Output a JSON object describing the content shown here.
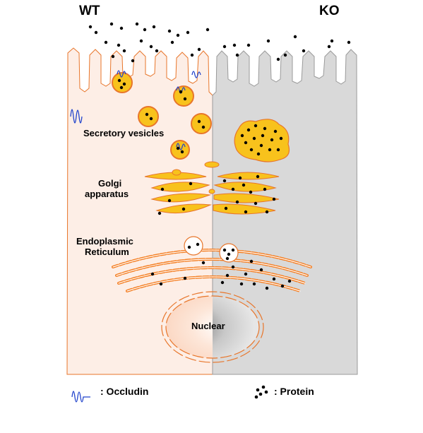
{
  "headers": {
    "wt": "WT",
    "ko": "KO"
  },
  "labels": {
    "secretory_vesicles": "Secretory vesicles",
    "golgi_line1": "Golgi",
    "golgi_line2": "apparatus",
    "er_line1": "Endoplasmic",
    "er_line2": "Reticulum",
    "nuclear": "Nuclear"
  },
  "legend": {
    "occludin": ": Occludin",
    "protein": ": Protein"
  },
  "colors": {
    "wt_fill": "#fdeee6",
    "ko_fill": "#d9d9d9",
    "membrane": "#e8762b",
    "vesicle_fill": "#f8c21c",
    "vesicle_stroke": "#e8762b",
    "er": "#f47c1f",
    "occludin": "#2244cc",
    "protein": "#000000"
  },
  "icons": {
    "occludin": "occludin-squiggle-icon",
    "protein": "protein-dots-icon"
  }
}
